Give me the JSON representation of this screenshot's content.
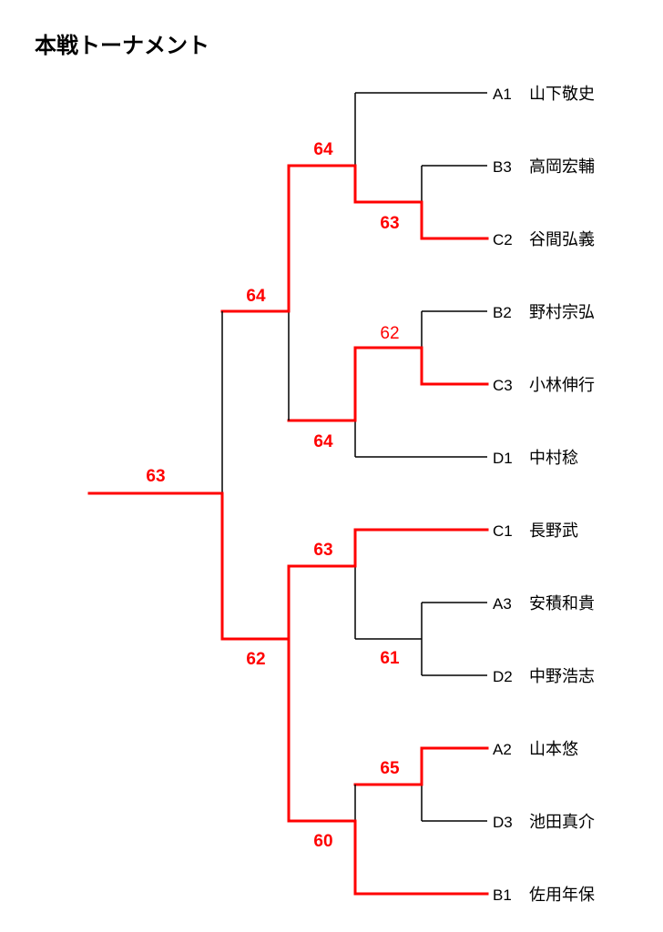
{
  "title": "本戦トーナメント",
  "colors": {
    "winner_line": "#ff0000",
    "line": "#000000",
    "score": "#ff0000"
  },
  "players": [
    {
      "seed": "A1",
      "name": "山下敬史"
    },
    {
      "seed": "B3",
      "name": "高岡宏輔"
    },
    {
      "seed": "C2",
      "name": "谷間弘義"
    },
    {
      "seed": "B2",
      "name": "野村宗弘"
    },
    {
      "seed": "C3",
      "name": "小林伸行"
    },
    {
      "seed": "D1",
      "name": "中村稔"
    },
    {
      "seed": "C1",
      "name": "長野武"
    },
    {
      "seed": "A3",
      "name": "安積和貴"
    },
    {
      "seed": "D2",
      "name": "中野浩志"
    },
    {
      "seed": "A2",
      "name": "山本悠"
    },
    {
      "seed": "D3",
      "name": "池田真介"
    },
    {
      "seed": "B1",
      "name": "佐用年保"
    }
  ],
  "scores": {
    "r1_b3_c2": "63",
    "r2_a1": "64",
    "r1_b2_c3": "62",
    "r2_d1": "64",
    "semi_top": "64",
    "final": "63",
    "r2_c1": "63",
    "r1_a3_d2": "61",
    "r1_a2_d3": "65",
    "r2_b1": "60",
    "semi_bottom": "62"
  }
}
